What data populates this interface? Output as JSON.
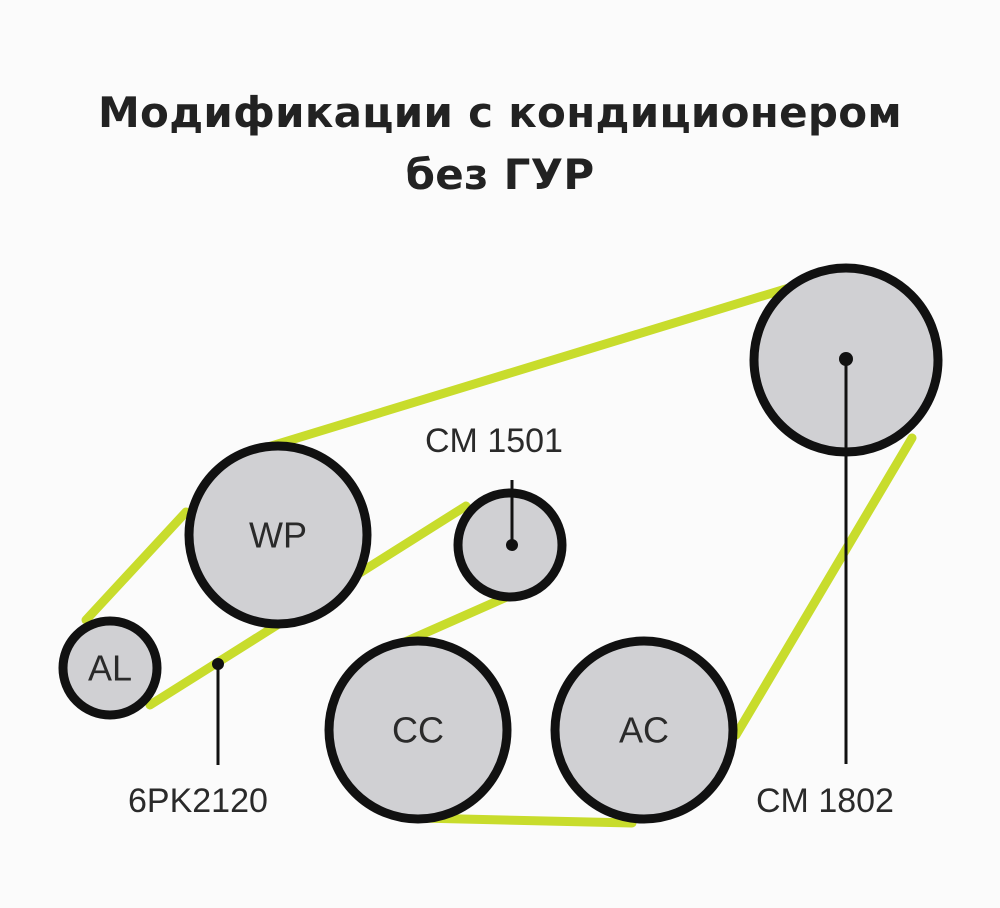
{
  "title": {
    "line1": "Модификации с кондиционером",
    "line2": "без ГУР"
  },
  "colors": {
    "belt": "#c8dc2c",
    "pulley_fill": "#d0d0d3",
    "pulley_stroke": "#111111",
    "text": "#2a2a2a"
  },
  "pulleys": {
    "al": {
      "label": "AL"
    },
    "wp": {
      "label": "WP"
    },
    "idler_small": {
      "label": ""
    },
    "cc": {
      "label": "CC"
    },
    "ac": {
      "label": "AC"
    },
    "idler_large": {
      "label": ""
    }
  },
  "callouts": {
    "belt": {
      "label": "6PK2120"
    },
    "idler_small": {
      "label": "CM 1501"
    },
    "idler_large": {
      "label": "CM 1802"
    }
  }
}
